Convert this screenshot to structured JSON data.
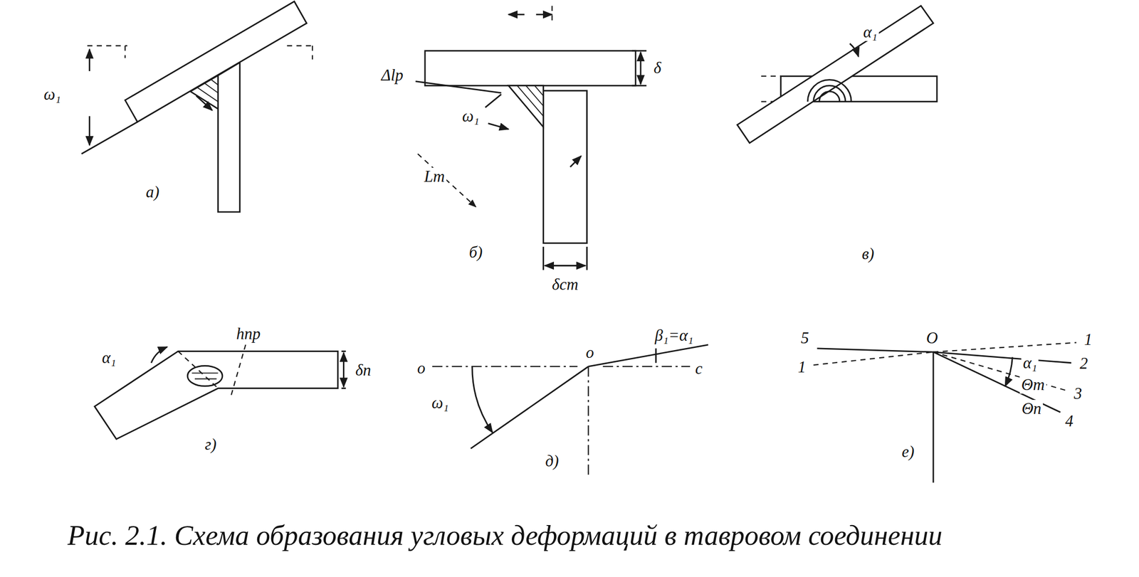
{
  "diagram": {
    "caption": "Рис. 2.1. Схема образования угловых деформаций в тавровом соединении",
    "labels": [
      "ω₁",
      "а)",
      "δ",
      "Δlр",
      "ω₁",
      "Lт",
      "δст",
      "б)",
      "α₁",
      "в)",
      "α₁",
      "hпр",
      "δп",
      "г)",
      "o",
      "ω₁",
      "o",
      "β₁=α₁",
      "c",
      "д)",
      "5",
      "1",
      "O",
      "1",
      "2",
      "α₁",
      "Θm",
      "3",
      "Θп",
      "4",
      "е)"
    ]
  }
}
